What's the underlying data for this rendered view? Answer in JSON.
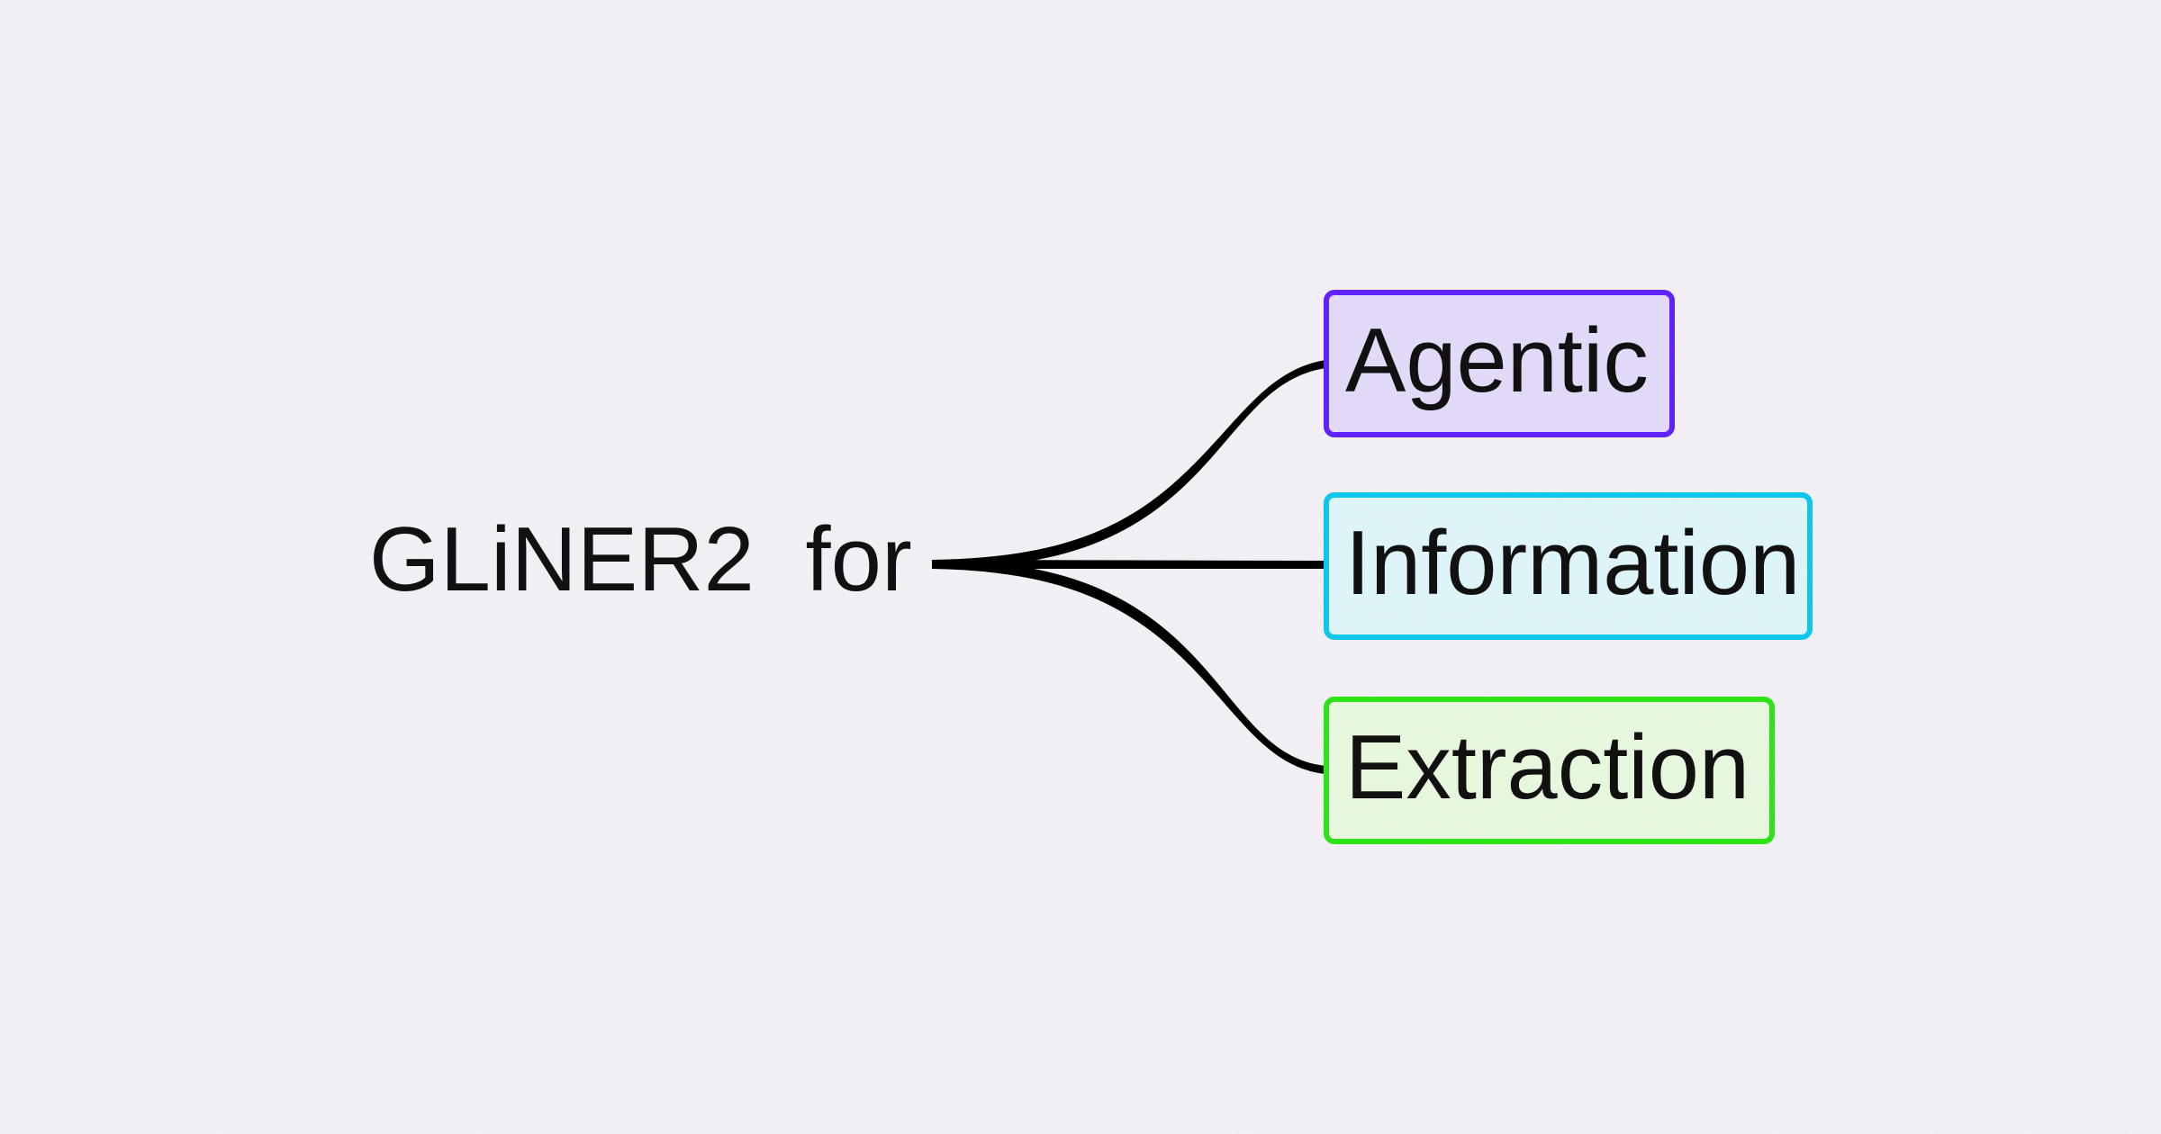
{
  "diagram": {
    "type": "mindmap",
    "title_text": "GLiNER2  for",
    "background_color": "#f4f2f7",
    "root": {
      "id": "root",
      "label": "GLiNER2  for",
      "text_color": "#111111"
    },
    "branches": [
      {
        "id": "agentic",
        "label": "Agentic",
        "border_color": "#6122ff",
        "fill_color": "#e5dcfb",
        "text_color": "#111111",
        "connector": "curve-up"
      },
      {
        "id": "information",
        "label": "Information",
        "border_color": "#0dc9ee",
        "fill_color": "#e0f7fb",
        "text_color": "#111111",
        "connector": "straight"
      },
      {
        "id": "extraction",
        "label": "Extraction",
        "border_color": "#2ee617",
        "fill_color": "#e9fae1",
        "text_color": "#111111",
        "connector": "curve-down"
      }
    ],
    "connector_color": "#000000"
  }
}
